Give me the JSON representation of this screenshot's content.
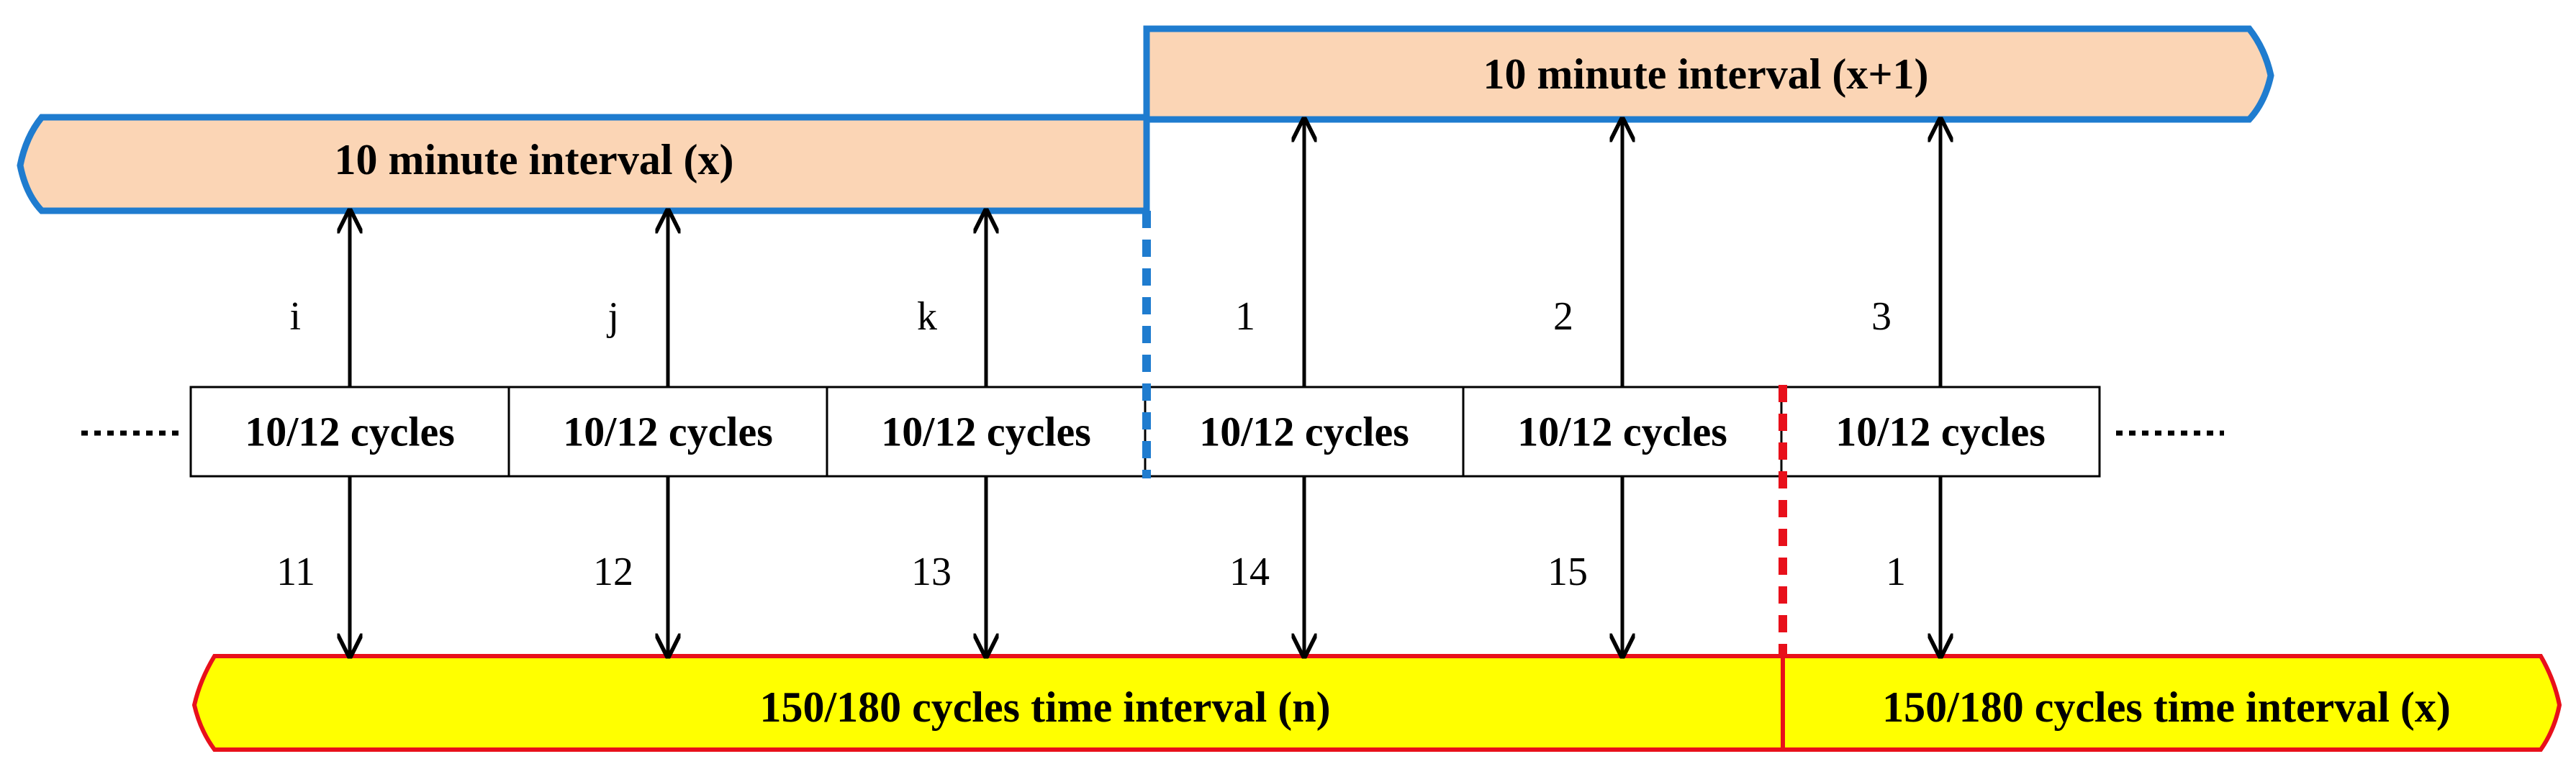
{
  "top_intervals": {
    "interval_x": {
      "label": "10 minute interval (x)"
    },
    "interval_x1": {
      "label": "10 minute interval (x+1)"
    }
  },
  "cycle_blocks": [
    {
      "label": "10/12 cycles",
      "top_label": "i",
      "bottom_label": "11"
    },
    {
      "label": "10/12 cycles",
      "top_label": "j",
      "bottom_label": "12"
    },
    {
      "label": "10/12 cycles",
      "top_label": "k",
      "bottom_label": "13"
    },
    {
      "label": "10/12 cycles",
      "top_label": "1",
      "bottom_label": "14"
    },
    {
      "label": "10/12 cycles",
      "top_label": "2",
      "bottom_label": "15"
    },
    {
      "label": "10/12 cycles",
      "top_label": "3",
      "bottom_label": "1"
    }
  ],
  "bottom_intervals": {
    "interval_n": {
      "label": "150/180 cycles time interval (n)"
    },
    "interval_x": {
      "label": "150/180 cycles time interval (x)"
    }
  },
  "colors": {
    "ten_minute_fill": "#fbd5b5",
    "ten_minute_border": "#1f7ccf",
    "cycles_interval_fill": "#ffff00",
    "cycles_interval_border": "#e8101b",
    "ten_minute_boundary": "#1f7ccf",
    "cycles_boundary": "#e8101b"
  }
}
